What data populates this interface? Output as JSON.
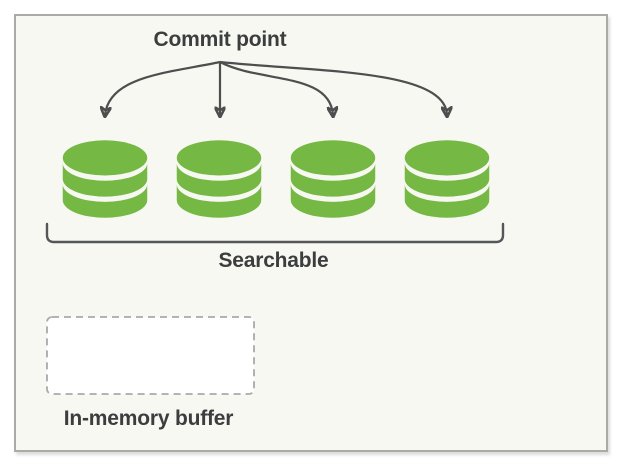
{
  "diagram": {
    "commit_point_label": "Commit point",
    "searchable_label": "Searchable",
    "in_memory_buffer_label": "In-memory buffer",
    "segments": {
      "count": 4,
      "icon": "database-segment-icon",
      "state": "searchable"
    },
    "arrows": {
      "count": 4,
      "source": "Commit point",
      "target": "segments"
    },
    "buffer_box": {
      "style": "dashed",
      "content": ""
    },
    "colors": {
      "segment_green": "#75B843",
      "arrow": "#4E4E4E",
      "text": "#3C3D3E",
      "bracket": "#55565A",
      "panel_background": "#F7F8F1",
      "panel_border": "#A9ACA6",
      "buffer_box_border": "#A9A9A9",
      "buffer_box_fill": "#FFFFFF"
    }
  }
}
